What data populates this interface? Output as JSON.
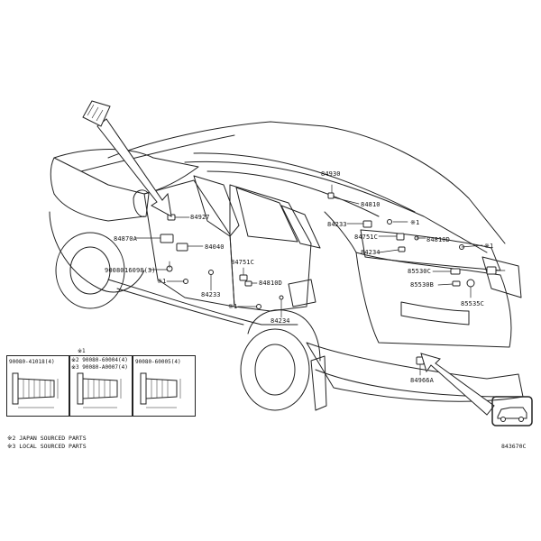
{
  "callouts": {
    "c84930": "84930",
    "c84810_top": "84810",
    "c84927": "84927",
    "c84233_a": "84233",
    "c84751C_r": "84751C",
    "c84810D_r": "84810D",
    "c84234_r": "84234",
    "c84870A": "84870A",
    "c84040": "84040",
    "c90080": "90080",
    "c16098": "16098(3)",
    "c84751C_l": "84751C",
    "c84810D_l": "84810D",
    "c84233_b": "84233",
    "c84234_b": "84234",
    "c85530C": "85530C",
    "c85530B": "85530B",
    "c85535C": "85535C",
    "c84966A": "84966A",
    "star1": "※1",
    "star1_b": "※1",
    "star1_c": "※1",
    "star1_d": "※1"
  },
  "legend": {
    "header": "※1",
    "bolt1": "90080-41018(4)",
    "bolt2a": "※2 90080-60004(4)",
    "bolt2b": "※3 90080-A0007(4)",
    "bolt3": "90080-60005(4)",
    "note_japan": "※2 JAPAN SOURCED PARTS",
    "note_local": "※3 LOCAL SOURCED PARTS"
  },
  "diagram_id": "843670C"
}
